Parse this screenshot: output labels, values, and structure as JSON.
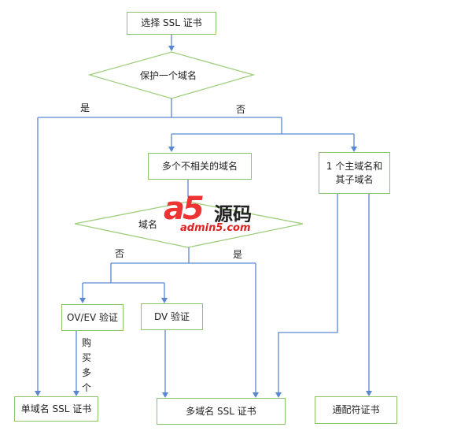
{
  "nodes": {
    "choose": "选择 SSL 证书",
    "q1": "保护一个域名",
    "multi_unrelated": "多个不相关的域名",
    "main_sub": "1 个主域名和其子域名",
    "q2": "域名",
    "ovev": "OV/EV 验证",
    "dv": "DV 验证",
    "single_ssl": "单域名 SSL 证书",
    "multi_ssl": "多域名 SSL 证书",
    "wildcard": "通配符证书"
  },
  "edges": {
    "q1_yes": "是",
    "q1_no": "否",
    "q2_no": "否",
    "q2_yes": "是",
    "buy_multiple": "购买多个"
  },
  "watermark": {
    "brand": "a5源码",
    "url": "admin5.com"
  },
  "colors": {
    "box_border": "#8dc26a",
    "line": "#5b86d0"
  }
}
